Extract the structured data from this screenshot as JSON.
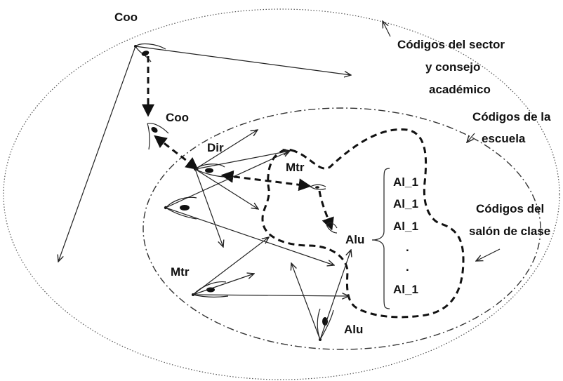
{
  "diagram": {
    "labels": {
      "coo_top": "Coo",
      "coo_mid": "Coo",
      "dir": "Dir",
      "mtr_top": "Mtr",
      "mtr_bottom": "Mtr",
      "alu_right": "Alu",
      "alu_bottom": "Alu",
      "sector_line1": "Códigos del sector",
      "sector_line2": "y consejo",
      "sector_line3": "académico",
      "school_line1": "Códigos de la",
      "school_line2": "escuela",
      "classroom_line1": "Códigos del",
      "classroom_line2": "salón de clase"
    },
    "student_list": [
      "Al_1",
      "Al_1",
      "Al_1",
      ".",
      ".",
      "Al_1"
    ]
  }
}
